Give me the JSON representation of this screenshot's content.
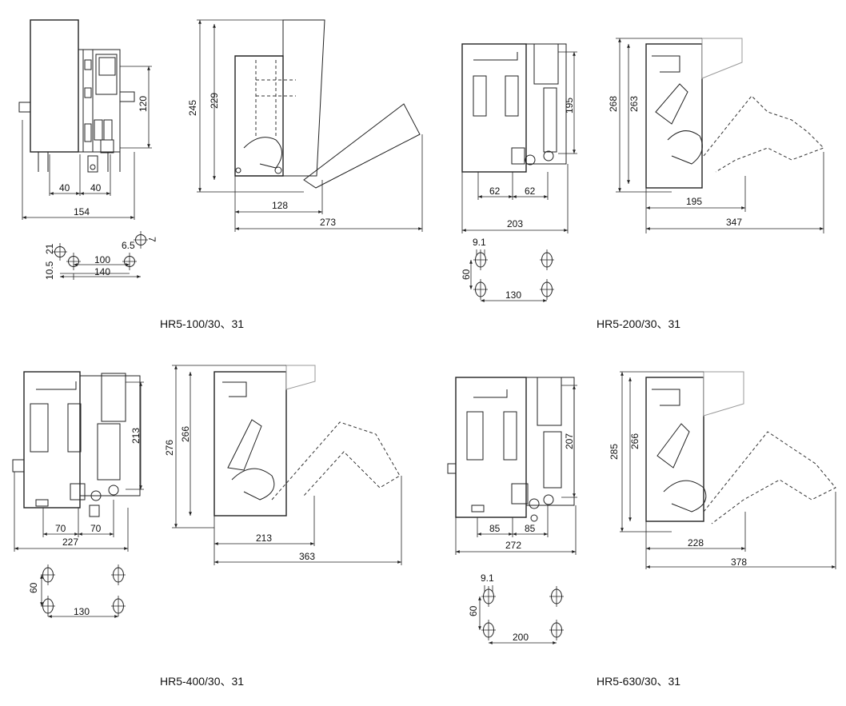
{
  "models": [
    {
      "caption": "HR5-100/30、31",
      "front": {
        "d1": "40",
        "d2": "40",
        "width": "154",
        "height": "120"
      },
      "side": {
        "h1": "245",
        "h2": "229",
        "d1": "128",
        "d2": "273"
      },
      "holes": {
        "v1": "21",
        "v2": "10.5",
        "h1": "100",
        "h2": "140",
        "s1": "6.5",
        "s2": "7"
      }
    },
    {
      "caption": "HR5-200/30、31",
      "front": {
        "d1": "62",
        "d2": "62",
        "width": "203",
        "height": "195"
      },
      "side": {
        "h1": "268",
        "h2": "263",
        "d1": "195",
        "d2": "347"
      },
      "holes": {
        "dia": "9.1",
        "v": "60",
        "h": "130"
      }
    },
    {
      "caption": "HR5-400/30、31",
      "front": {
        "d1": "70",
        "d2": "70",
        "width": "227",
        "height": "213"
      },
      "side": {
        "h1": "276",
        "h2": "266",
        "d1": "213",
        "d2": "363"
      },
      "holes": {
        "v": "60",
        "h": "130"
      }
    },
    {
      "caption": "HR5-630/30、31",
      "front": {
        "d1": "85",
        "d2": "85",
        "width": "272",
        "height": "207"
      },
      "side": {
        "h1": "285",
        "h2": "266",
        "d1": "228",
        "d2": "378"
      },
      "holes": {
        "dia": "9.1",
        "v": "60",
        "h": "200"
      }
    }
  ]
}
